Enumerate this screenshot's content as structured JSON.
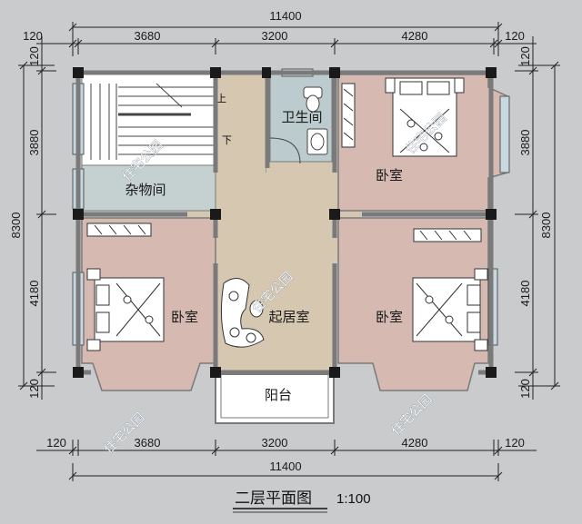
{
  "drawing": {
    "title": "二层平面图",
    "scale": "1:100"
  },
  "dimensions": {
    "top_total": "11400",
    "top_segments": [
      "120",
      "3680",
      "3200",
      "4280",
      "120"
    ],
    "bottom_total": "11400",
    "bottom_segments": [
      "120",
      "3680",
      "3200",
      "4280",
      "120"
    ],
    "left_total": "8300",
    "left_segments": [
      "120",
      "3880",
      "4180",
      "120"
    ],
    "right_total": "8300",
    "right_segments": [
      "120",
      "3880",
      "4180",
      "120"
    ]
  },
  "rooms": {
    "bathroom": "卫生间",
    "storage": "杂物间",
    "bedroom_ne": "卧室",
    "bedroom_sw": "卧室",
    "bedroom_se": "卧室",
    "living": "起居室",
    "balcony": "阳台"
  },
  "stairs": {
    "up": "上",
    "down": "下"
  },
  "watermarks": [
    "住宅公园",
    "住宅公园",
    "住宅公园",
    "住宅公园",
    "住宅公园"
  ],
  "colors": {
    "bedroom_fill": "#d6b9b1",
    "hall_fill": "#d5c7b0",
    "bath_fill": "#bccbcd",
    "storage_fill": "#c5d0d0",
    "balcony_fill": "#ffffff",
    "wall": "#7a7a7a",
    "column": "#1a1a1a",
    "window": "#c7d8e0"
  }
}
